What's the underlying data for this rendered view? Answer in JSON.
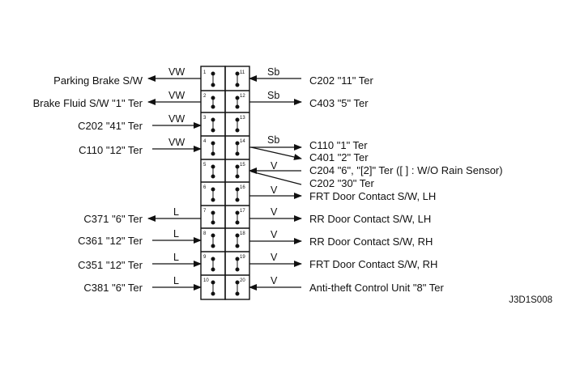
{
  "left_labels": [
    {
      "text": "Parking Brake S/W",
      "wire": "VW"
    },
    {
      "text": "Brake Fluid S/W  \"1\" Ter",
      "wire": "VW"
    },
    {
      "text": "C202  \"41\" Ter",
      "wire": "VW"
    },
    {
      "text": "C110  \"12\" Ter",
      "wire": "VW"
    },
    {
      "text": "C371  \"6\" Ter",
      "wire": "L"
    },
    {
      "text": "C361  \"12\" Ter",
      "wire": "L"
    },
    {
      "text": "C351  \"12\" Ter",
      "wire": "L"
    },
    {
      "text": "C381  \"6\" Ter",
      "wire": "L"
    }
  ],
  "right_labels": [
    {
      "text": "C202  \"11\" Ter",
      "wire": "Sb"
    },
    {
      "text": "C403 \"5\" Ter",
      "wire": "Sb"
    },
    {
      "text": "C110  \"1\" Ter",
      "wire": "Sb"
    },
    {
      "text": "C401 \"2\" Ter",
      "wire": ""
    },
    {
      "text": "C204  \"6\", \"[2]\" Ter ([  ] : W/O Rain Sensor)",
      "wire": "V"
    },
    {
      "text": "C202  \"30\" Ter",
      "wire": ""
    },
    {
      "text": "FRT Door Contact S/W, LH",
      "wire": "V"
    },
    {
      "text": "RR Door  Contact S/W, LH",
      "wire": "V"
    },
    {
      "text": "RR Door Contact S/W, RH",
      "wire": "V"
    },
    {
      "text": "FRT Door  Contact S/W, RH",
      "wire": "V"
    },
    {
      "text": "Anti-theft Control Unit  \"8\" Ter",
      "wire": "V"
    }
  ],
  "pins_left": [
    "1",
    "2",
    "3",
    "4",
    "5",
    "6",
    "7",
    "8",
    "9",
    "10"
  ],
  "pins_right": [
    "11",
    "12",
    "13",
    "14",
    "15",
    "16",
    "17",
    "18",
    "19",
    "20"
  ],
  "diagram_code": "J3D1S008"
}
